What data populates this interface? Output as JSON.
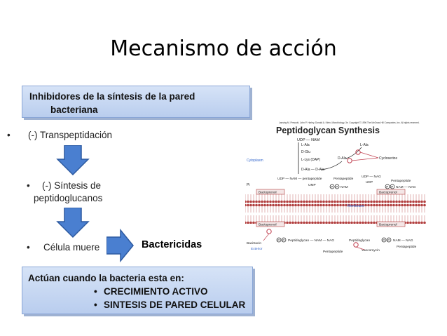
{
  "slide": {
    "title": "Mecanismo de acción",
    "box_top": {
      "line1": "Inhibidores de la síntesis de la pared",
      "line2": "bacteriana"
    },
    "bullets": [
      {
        "dot": "•",
        "text": "(-) Transpeptidación"
      },
      {
        "dot": "•",
        "line1": "(-) Síntesis de",
        "line2": "peptidoglucanos"
      },
      {
        "dot": "•",
        "text": "Célula muere"
      }
    ],
    "bactericidas": "Bactericidas",
    "box_bottom": {
      "header": "Actúan cuando la bacteria esta en:",
      "items": [
        "CRECIMIENTO ACTIVO",
        "SINTESIS DE PARED CELULAR"
      ]
    },
    "colors": {
      "arrow": "#4a7fd0",
      "box_fill": "#c7d7f2",
      "membrane": "#d99a9a",
      "cytoplasm_label": "#3366cc"
    }
  },
  "diagram": {
    "credit": "Lansing M. Prescott, John P. Harley, Donald A. Klein, Microbiology, 3e. Copyright © 1996 The McGraw-Hill Companies, Inc. All rights reserved.",
    "title": "Peptidoglycan Synthesis",
    "labels": {
      "udp_nam": "UDP — NAM",
      "l_ala": "L-Ala",
      "d_glu": "D-Glu",
      "l_lys": "L-Lys (DAP)",
      "d_ala_d_ala": "D-Ala — D-Ala",
      "d_ala": "D-Ala",
      "l_ala2": "L-Ala",
      "cycloserine": "Cycloserine",
      "cytoplasm": "Cytoplasm",
      "udp_nam_pentapeptide": "UDP — NAM — pentapeptide",
      "pentapeptide": "Pentapeptide",
      "udp_nag": "UDP — NAG",
      "pentapeptide2": "Pentapeptide",
      "pi": "Pi",
      "ump": "UMP",
      "udp": "UDP",
      "nam": "NAM",
      "nag": "NAG",
      "bactoprenol": "Bactoprenol",
      "membrane": "Membrane",
      "bacitracin": "Bacitracin",
      "exterior": "Exterior",
      "peptidoglycan_nam_nag": "Peptidoglycan — NAM — NAG",
      "peptidoglycan": "Peptidoglycan",
      "nam_nag": "NAM — NAG",
      "vancomycin": "Vancomycin",
      "p": "P"
    }
  }
}
